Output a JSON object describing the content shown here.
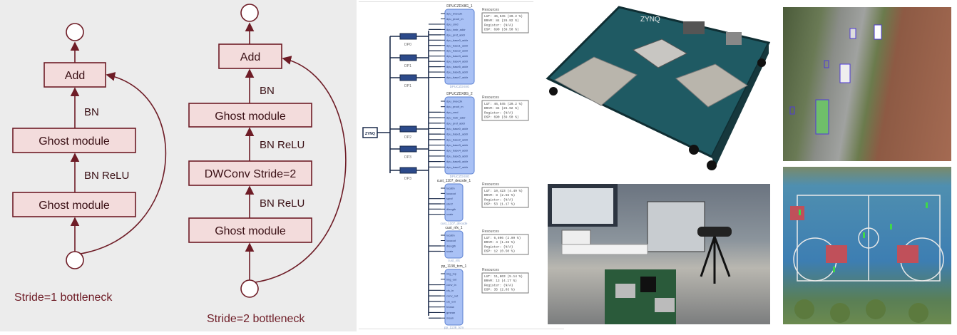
{
  "stride1": {
    "add": "Add",
    "bn": "BN",
    "ghost_top": "Ghost module",
    "bn_relu": "BN ReLU",
    "ghost_bottom": "Ghost module",
    "caption": "Stride=1 bottleneck"
  },
  "stride2": {
    "add": "Add",
    "bn": "BN",
    "ghost_top": "Ghost module",
    "bn_relu_1": "BN ReLU",
    "dwconv": "DWConv Stride=2",
    "bn_relu_2": "BN ReLU",
    "ghost_bottom": "Ghost module",
    "caption": "Stride=2 bottleneck"
  },
  "colors": {
    "box_fill": "#f3dcdc",
    "box_border": "#6e1c26",
    "block_fill": "#a9c1f5",
    "block_border": "#5a7fd0",
    "wire": "#1a2a4a"
  },
  "block_design": {
    "zynq": "ZYNQ",
    "memories": [
      "DP0",
      "DP1",
      "DP1",
      "DP2",
      "DP3",
      "DP3"
    ],
    "blocks": [
      {
        "title": "DPUCZDX8G_1",
        "subtitle": "DPUCZDX8G",
        "ports": [
          "dpu_dvecclk",
          "dpu_proof_m",
          "dpu_cmd",
          "dpu_instr_addr",
          "dpu_prof_addr",
          "dpu_base0_addr",
          "dpu_base1_addr",
          "dpu_base2_addr",
          "dpu_base3_addr",
          "dpu_base4_addr",
          "dpu_base5_addr",
          "dpu_base6_addr",
          "dpu_base7_addr"
        ],
        "resources": [
          "LUT: 46,545 (20.2 %)",
          "BRAM: 84 (26.92 %)",
          "Register: (N/A)",
          "DSP: 690 (39.50 %)"
        ]
      },
      {
        "title": "DPUCZDX8G_2",
        "subtitle": "DPUCZDX8G",
        "ports": [
          "dpu_dvecclk",
          "dpu_proof_m",
          "dpu_cmd",
          "dpu_instr_addr",
          "dpu_prof_addr",
          "dpu_base0_addr",
          "dpu_base1_addr",
          "dpu_base2_addr",
          "dpu_base3_addr",
          "dpu_base4_addr",
          "dpu_base5_addr",
          "dpu_base6_addr",
          "dpu_base7_addr"
        ],
        "resources": [
          "LUT: 46,545 (20.2 %)",
          "BRAM: 84 (26.92 %)",
          "Register: (N/A)",
          "DSP: 690 (39.50 %)"
        ]
      },
      {
        "title": "cust_1107_decode_1",
        "subtitle": "cust_1107_decode",
        "ports": [
          "locatin",
          "locaout",
          "sprcf",
          "sbrcf",
          "dlength",
          "scale"
        ],
        "resources": [
          "LUT: 10,423 (4.49 %)",
          "BRAM: 8 (2.56 %)",
          "Register: (N/A)",
          "DSP: 53 (1.17 %)"
        ]
      },
      {
        "title": "cust_nfx_1",
        "subtitle": "cust_nfx",
        "ports": [
          "locatin",
          "locaout",
          "dlength",
          "scale"
        ],
        "resources": [
          "LUT: 6,806 (2.99 %)",
          "BRAM: 4 (1.28 %)",
          "Register: (N/A)",
          "DSP: 12 (0.50 %)"
        ]
      },
      {
        "title": "pp_1138_tcm_1",
        "subtitle": "pp_1138_tcm",
        "ports": [
          "img_inp",
          "img_out",
          "conv_in",
          "cls_in",
          "conv_out",
          "cls_out",
          "fmean",
          "gmean",
          "mean"
        ],
        "resources": [
          "LUT: 11,803 (5.14 %)",
          "BRAM: 13 (4.17 %)",
          "Register: (N/A)",
          "DSP: 35 (2.03 %)"
        ]
      }
    ],
    "resources_label": "Resources"
  },
  "photos": {
    "board_logo": "ZYNQ"
  }
}
